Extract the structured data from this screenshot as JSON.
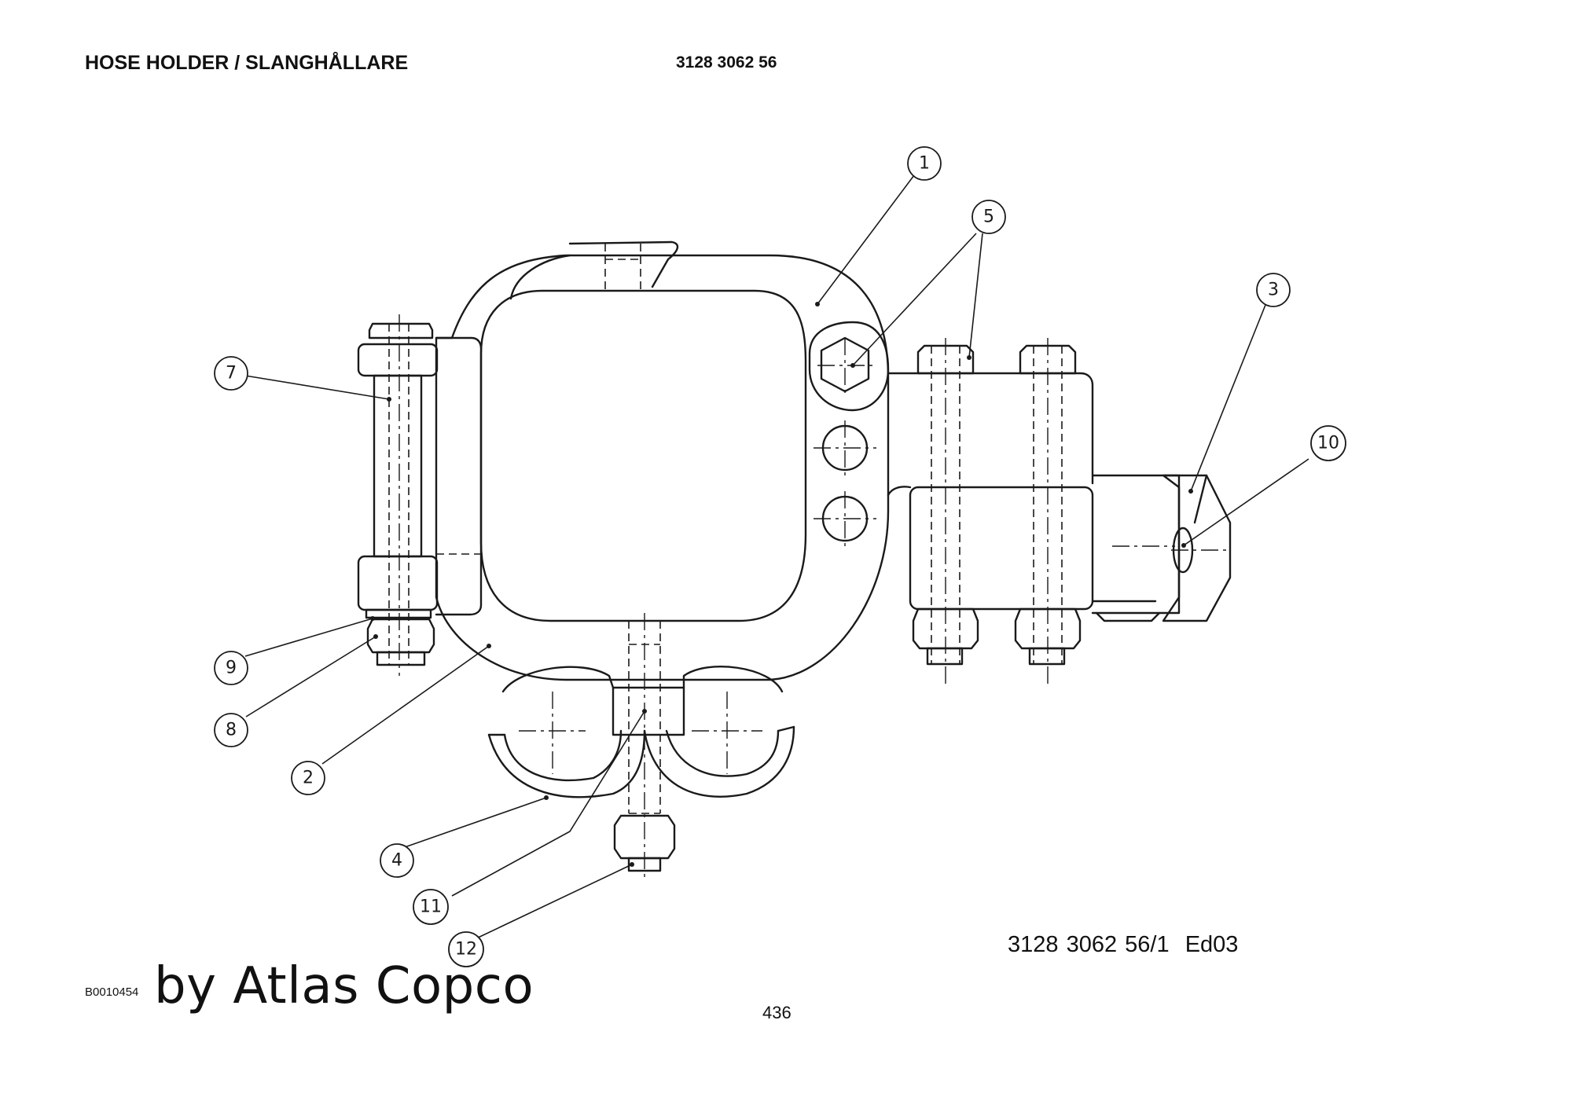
{
  "header": {
    "title": "HOSE HOLDER / SLANGHÅLLARE",
    "part_number": "3128 3062 56"
  },
  "footer": {
    "drawing_ref": "3128 3062 56/1  Ed03",
    "image_code": "B0010454",
    "brand": "by Atlas Copco",
    "page_number": "436"
  },
  "callouts": [
    "1",
    "2",
    "3",
    "4",
    "5",
    "7",
    "8",
    "9",
    "10",
    "11",
    "12"
  ]
}
